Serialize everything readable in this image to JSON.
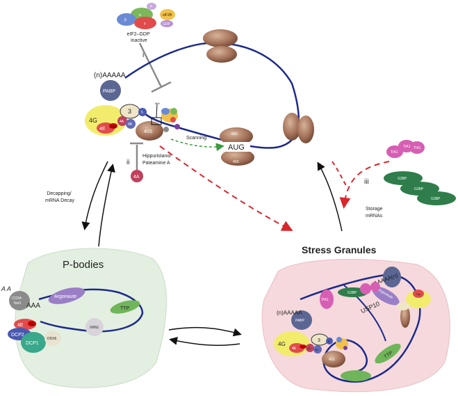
{
  "eif2": {
    "caption": "eIF2–GDP\ninactive",
    "subunits": {
      "alpha": "α",
      "beta": "β",
      "gamma": "γ",
      "p": "P",
      "eif2b": "eIF2B",
      "gdp": "GDP"
    }
  },
  "roman": {
    "i": "i",
    "ii": "ii",
    "iii": "iii"
  },
  "inhibitors": "Hippuristanol\nPateamine A",
  "mrna": {
    "polyA": "(n)AAAAA",
    "aug": "AUG"
  },
  "factors": {
    "pabp": "PABP",
    "f3": "3",
    "f5": "5",
    "f4g": "4G",
    "f4e": "4E",
    "cap": "Cap",
    "f4a": "4A",
    "f4b": "4B",
    "s40": "40S",
    "s60": "60S",
    "met": "Met",
    "free4a": "4A"
  },
  "scanning": "Scanning",
  "tia1": [
    "TIA1",
    "TIA1",
    "TIA1"
  ],
  "g3bp": [
    "G3BP",
    "G3BP",
    "G3BP"
  ],
  "arrows": {
    "decapping": "Decapping/\nmRNA Decay",
    "storage": "Storage\nmRNAs"
  },
  "pbodies": {
    "title": "P-bodies",
    "ccr4": "CCR4-\nNot1",
    "aaa": "AAA",
    "argonaute": "Argonaute",
    "ttp": "TTP",
    "f4e": "4E",
    "cap": "Cap",
    "dcp2": "DCP2",
    "dcp1": "DCP1",
    "ddx6": "DDX6",
    "xrn1": "XRN1",
    "fragment": "A  A"
  },
  "sg": {
    "title": "Stress Granules",
    "polyA_right": "AAAAA(n)",
    "polyA_left": "(n)AAAAA",
    "pabp": "PABP",
    "argonaute": "Argonaute",
    "usp10": "USP10",
    "ttp": "TTP",
    "tia1": "TIA1",
    "g3bp": "G3BP",
    "f3": "3",
    "f5": "5",
    "f4g": "4G",
    "f4e": "4E",
    "cap": "Cap",
    "f4a": "4A",
    "f4b": "4B",
    "s40": "40S",
    "cap_right": "Cap"
  },
  "colors": {
    "mrna": "#1c2a8c",
    "ribosome": "#a0715a",
    "arrow_red": "#d8262c",
    "scan_green": "#3c9a3c",
    "pbody": "#e3efe0",
    "sg": "#f6d9dc"
  }
}
